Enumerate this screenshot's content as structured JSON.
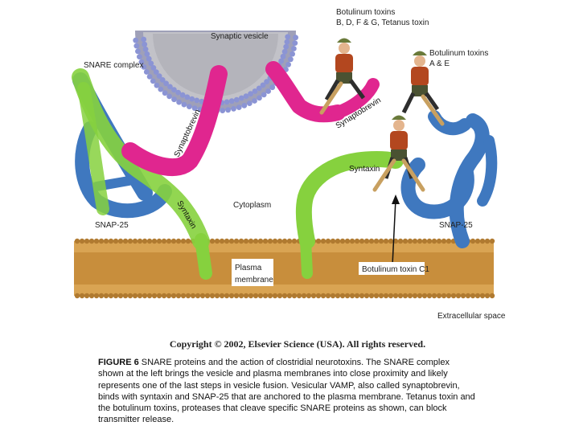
{
  "diagram": {
    "labels": {
      "synaptic_vesicle": "Synaptic vesicle",
      "snare_complex": "SNARE complex",
      "botulinum_bdfg_line1": "Botulinum toxins",
      "botulinum_bdfg_line2": "B, D, F & G, Tetanus toxin",
      "botulinum_ae_line1": "Botulinum toxins",
      "botulinum_ae_line2": "A & E",
      "synaptobrevin_left": "Synaptobrevin",
      "synaptobrevin_right": "Synaptobrevin",
      "syntaxin_left": "Syntaxin",
      "syntaxin_right": "Syntaxin",
      "cytoplasm": "Cytoplasm",
      "snap25_left": "SNAP-25",
      "snap25_right": "SNAP-25",
      "plasma_membrane_line1": "Plasma",
      "plasma_membrane_line2": "membrane",
      "botulinum_c1": "Botulinum toxin C1",
      "extracellular_space": "Extracellular space"
    },
    "colors": {
      "synaptobrevin": "#e0268f",
      "syntaxin": "#86d13e",
      "snap25": "#3f78bf",
      "vesicle_fill": "#b9b9bf",
      "lipid_head": "#8b94d4",
      "membrane_body": "#d6a24f",
      "toxin_figure": "#b3471f"
    }
  },
  "copyright": "Copyright © 2002, Elsevier Science (USA). All rights reserved.",
  "caption": {
    "label": "FIGURE 6",
    "text": "SNARE proteins and the action of clostridial neurotoxins. The SNARE complex shown at the left brings the vesicle and plasma membranes into close proximity and likely represents one of the last steps in vesicle fusion. Vesicular VAMP, also called synaptobrevin, binds with syntaxin and SNAP-25 that are anchored to the plasma membrane. Tetanus toxin and the botulinum toxins, proteases that cleave specific SNARE proteins as shown, can block transmitter release."
  }
}
